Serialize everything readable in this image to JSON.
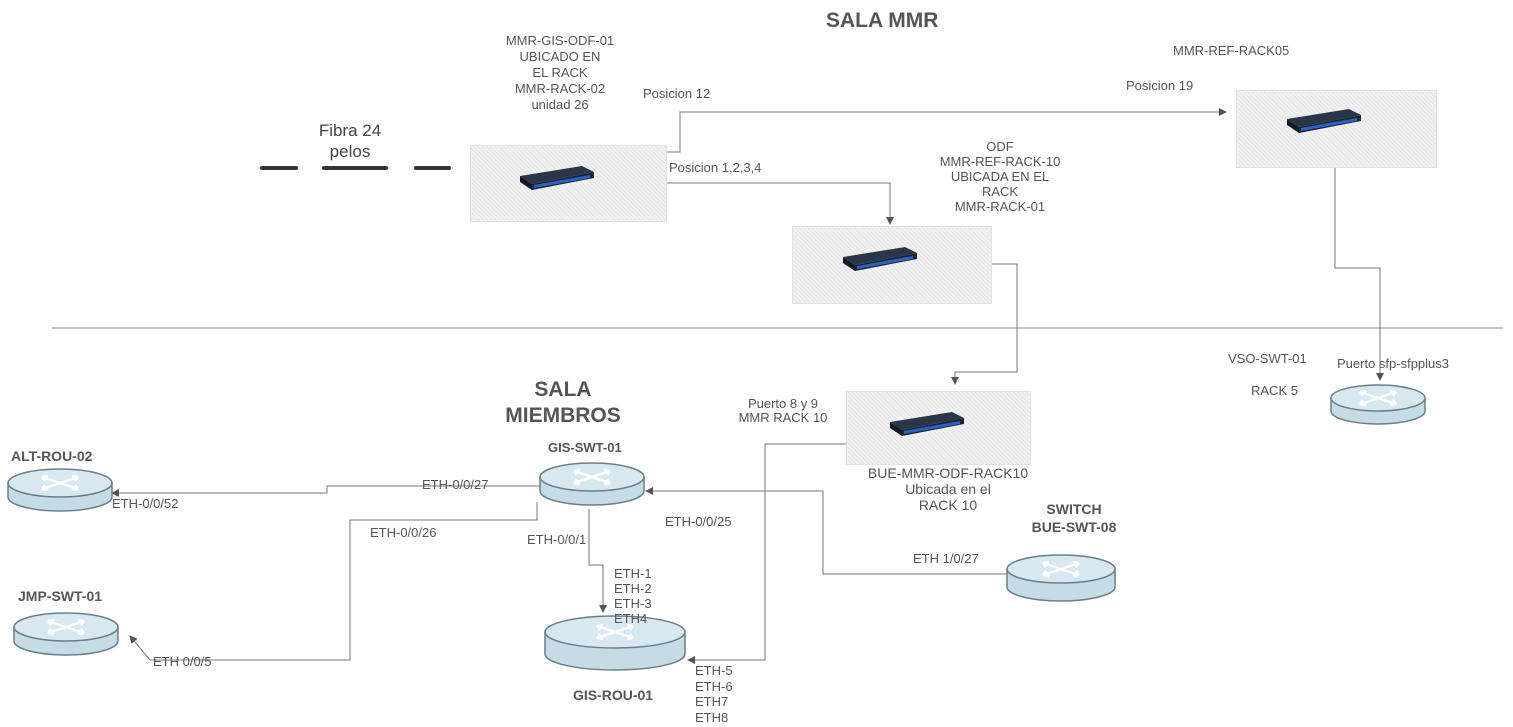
{
  "sala_mmr": {
    "title": "SALA MMR"
  },
  "sala_miembros": {
    "title": "SALA\nMIEMBROS"
  },
  "fibra": {
    "label": "Fibra 24\npelos"
  },
  "odf01": {
    "label": "MMR-GIS-ODF-01\nUBICADO EN\nEL RACK\nMMR-RACK-02\nunidad 26",
    "pos12": "Posicion 12",
    "pos1234": "Posicion 1,2,3,4"
  },
  "ref_rack10": {
    "label": "ODF\nMMR-REF-RACK-10\nUBICADA EN EL\nRACK\nMMR-RACK-01"
  },
  "ref_rack05": {
    "label": "MMR-REF-RACK05",
    "pos19": "Posicion 19"
  },
  "bue_odf": {
    "label": "BUE-MMR-ODF-RACK10\nUbicada en el\nRACK 10",
    "puerto": "Puerto 8 y 9\nMMR RACK 10"
  },
  "vso": {
    "name": "VSO-SWT-01",
    "port": "Puerto sfp-sfpplus3",
    "rack": "RACK 5"
  },
  "alt_rou": {
    "name": "ALT-ROU-02",
    "port": "ETH-0/0/52"
  },
  "jmp_swt": {
    "name": "JMP-SWT-01",
    "port": "ETH 0/0/5"
  },
  "gis_swt": {
    "name": "GIS-SWT-01",
    "p27": "ETH-0/0/27",
    "p26": "ETH-0/0/26",
    "p1": "ETH-0/0/1",
    "p25": "ETH-0/0/25"
  },
  "gis_rou": {
    "name": "GIS-ROU-01",
    "eth_a": "ETH-1\nETH-2\nETH-3\nETH4",
    "eth_b": "ETH-5\nETH-6\nETH7\nETH8"
  },
  "bue_swt": {
    "name": "SWITCH\nBUE-SWT-08",
    "port": "ETH 1/0/27"
  },
  "colors": {
    "router_fill": "#cfe3ec",
    "router_stroke": "#6a7f8a",
    "line": "#777777",
    "odf_body": "#1b2635",
    "odf_ports": "#2c62c4"
  },
  "icons": {
    "router": "router-icon",
    "odf": "patch-panel-icon"
  }
}
